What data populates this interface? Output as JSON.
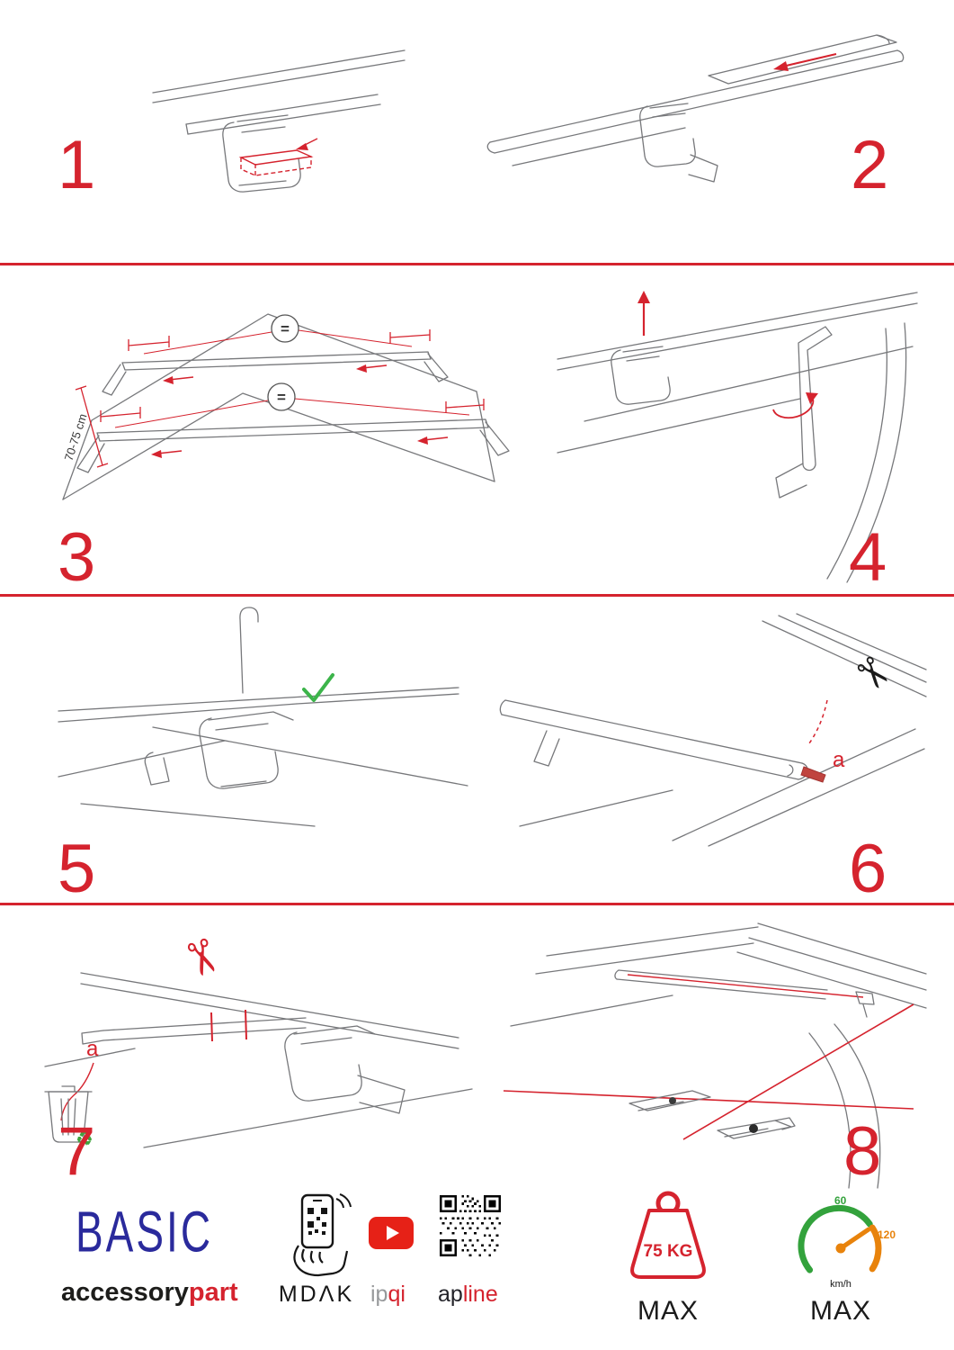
{
  "colors": {
    "accent_red": "#d5232e",
    "brand_blue": "#2a2a9c",
    "check_green": "#3cb44a",
    "gauge_green": "#33a23c",
    "gauge_orange": "#e8830c",
    "youtube_red": "#e62117"
  },
  "icons": {
    "scissors_glyph": "✂",
    "recycle_glyph": "♻"
  },
  "steps": [
    {
      "number": "1"
    },
    {
      "number": "2"
    },
    {
      "number": "3",
      "dimension_label": "70-75 cm",
      "equal_sign": "="
    },
    {
      "number": "4"
    },
    {
      "number": "5"
    },
    {
      "number": "6",
      "cut_label": "a"
    },
    {
      "number": "7",
      "cut_label": "a"
    },
    {
      "number": "8"
    }
  ],
  "footer": {
    "brand_title": "BASIC",
    "brand_name_black": "accessory",
    "brand_name_red": "part",
    "partner_mdak": "MDΛK",
    "partner_ipqi_gray": "ip",
    "partner_ipqi_red": "qi",
    "partner_apline_black": "ap",
    "partner_apline_red": "line",
    "weight_limit": "75 KG",
    "weight_max": "MAX",
    "speed_min": "60",
    "speed_max_value": "120",
    "speed_unit": "km/h",
    "speed_max": "MAX"
  }
}
